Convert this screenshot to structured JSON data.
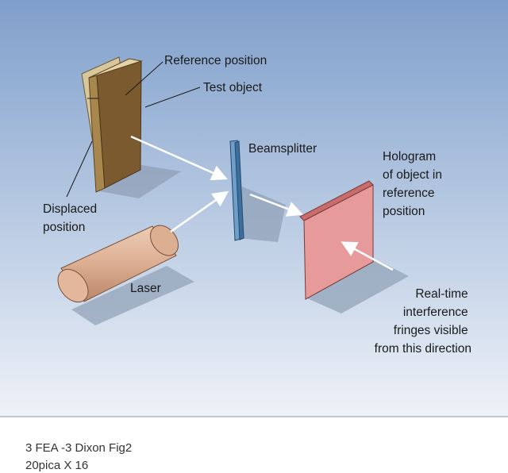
{
  "diagram": {
    "labels": {
      "reference_position": "Reference position",
      "test_object": "Test object",
      "beamsplitter": "Beamsplitter",
      "hologram": [
        "Hologram",
        "of object in",
        "reference",
        "position"
      ],
      "displaced": [
        "Displaced",
        "position"
      ],
      "laser": "Laser",
      "fringes": [
        "Real-time",
        "interference",
        "fringes visible",
        "from this direction"
      ]
    },
    "colors": {
      "background_top": "#7f9fcb",
      "background_bottom": "#eef2f8",
      "object_front": "#7a5a2e",
      "object_side": "#a8874f",
      "object_ref": "#d9c79c",
      "beamsplitter_front": "#3d6f9e",
      "beamsplitter_side": "#6f9fc8",
      "hologram_front": "#e79a9a",
      "hologram_side": "#c96c6c",
      "laser_body": "#dcae92",
      "shadow": "#8f9fb5",
      "beam": "#ffffff"
    }
  },
  "caption": {
    "line1": "3 FEA -3 Dixon Fig2",
    "line2": "20pica X 16"
  }
}
